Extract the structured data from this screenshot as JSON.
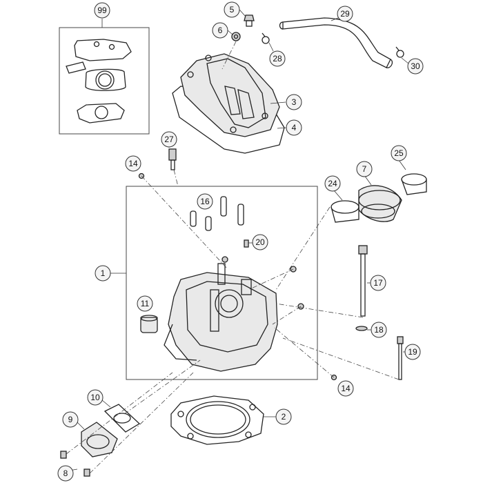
{
  "callouts": {
    "c1": "1",
    "c2": "2",
    "c3": "3",
    "c4": "4",
    "c5": "5",
    "c6": "6",
    "c7": "7",
    "c8": "8",
    "c9": "9",
    "c10": "10",
    "c11": "11",
    "c14a": "14",
    "c14b": "14",
    "c16": "16",
    "c17": "17",
    "c18": "18",
    "c19": "19",
    "c20": "20",
    "c24": "24",
    "c25": "25",
    "c27": "27",
    "c28": "28",
    "c29": "29",
    "c30": "30",
    "c99": "99"
  }
}
